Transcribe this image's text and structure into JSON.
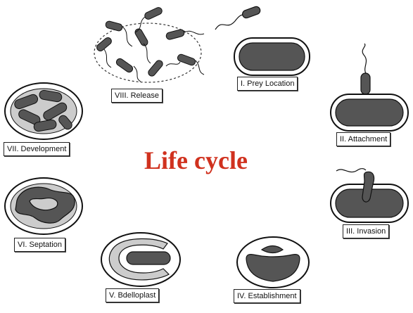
{
  "title": "Life cycle",
  "title_color": "#d0311e",
  "stages": [
    {
      "label": "I. Prey Location"
    },
    {
      "label": "II. Attachment"
    },
    {
      "label": "III. Invasion"
    },
    {
      "label": "IV. Establishment"
    },
    {
      "label": "V. Bdelloplast"
    },
    {
      "label": "VI. Septation"
    },
    {
      "label": "VII. Development"
    },
    {
      "label": "VIII. Release"
    }
  ],
  "colors": {
    "cell_fill": "#555555",
    "prey_light": "#cccccc",
    "outline": "#111111"
  }
}
